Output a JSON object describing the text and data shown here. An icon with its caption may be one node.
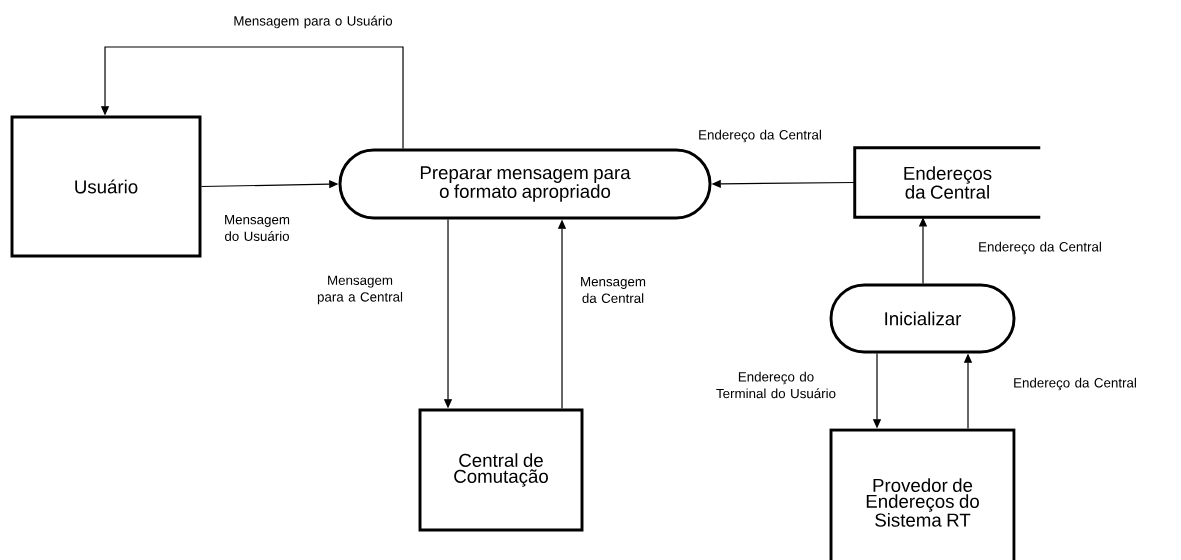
{
  "diagram": {
    "nodes": [
      {
        "text": [
          "Usuário"
        ]
      },
      {
        "text": [
          "Preparar mensagem para o formato apropriado"
        ]
      },
      {
        "text": [
          "Endereços da Central"
        ]
      },
      {
        "text": [
          "Central de Comutação"
        ]
      },
      {
        "text": [
          "Inicializar"
        ]
      },
      {
        "text": [
          "Provedor de Endereços do Sistema RT"
        ]
      }
    ],
    "edges": [
      {
        "from": 1,
        "to": 0,
        "arrow": "to",
        "label": "Mensagem para o Usuário"
      },
      {
        "from": 0,
        "to": 1,
        "arrow": "to",
        "label": "Mensagem do Usuário"
      },
      {
        "from": 1,
        "to": 3,
        "arrow": "to",
        "label": "Mensagem para a Central"
      },
      {
        "from": 3,
        "to": 1,
        "arrow": "to",
        "label": "Mensagem da Central"
      },
      {
        "from": 2,
        "to": 1,
        "arrow": "to",
        "label": "Endereço da Central"
      },
      {
        "from": 4,
        "to": 2,
        "arrow": "to",
        "label": "Endereço da Central"
      },
      {
        "from": 4,
        "to": 5,
        "arrow": "to",
        "label": "Endereço do Terminal do Usuário"
      },
      {
        "from": 5,
        "to": 4,
        "arrow": "to",
        "label": "Endereço da Central"
      }
    ]
  }
}
